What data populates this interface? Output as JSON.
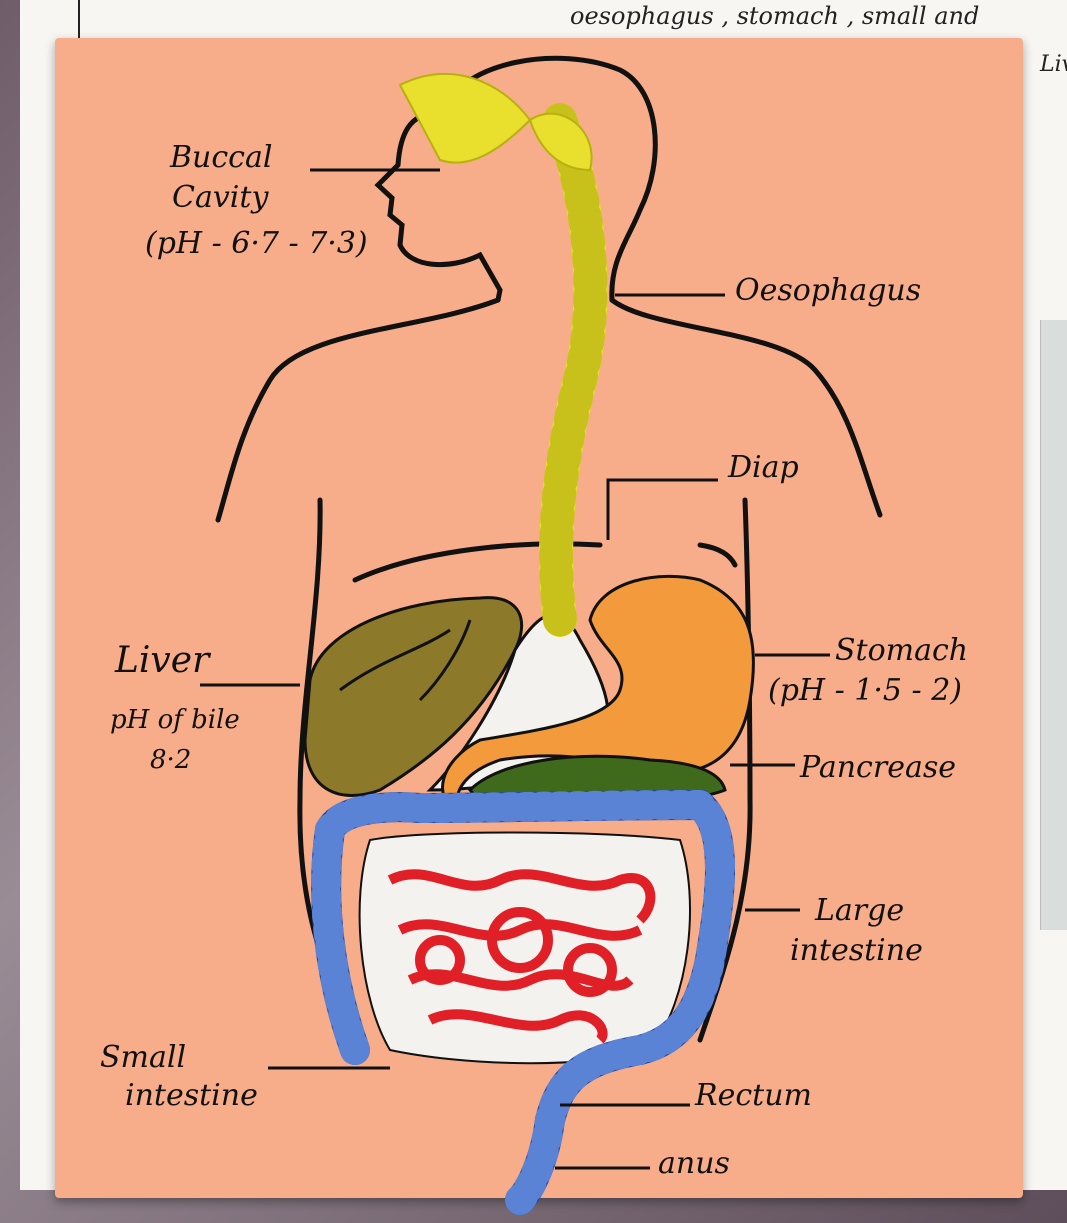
{
  "notebook": {
    "line1": "oesophagus , stomach , small and",
    "line2": "Liv"
  },
  "labels": {
    "buccal_cavity_1": "Buccal",
    "buccal_cavity_2": "Cavity",
    "buccal_ph": "(pH - 6·7 - 7·3)",
    "oesophagus": "Oesophagus",
    "diaphragm": "Diap",
    "liver": "Liver",
    "liver_ph_1": "pH of bile",
    "liver_ph_2": "8·2",
    "stomach": "Stomach",
    "stomach_ph": "(pH - 1·5 - 2)",
    "pancreas": "Pancrease",
    "large_intestine_1": "Large",
    "large_intestine_2": "intestine",
    "small_intestine_1": "Small",
    "small_intestine_2": "intestine",
    "rectum": "Rectum",
    "anus": "anus"
  },
  "colors": {
    "board": "#f7ac8a",
    "oesophagus": "#e8e02c",
    "liver": "#8c7a2a",
    "stomach": "#f39a3c",
    "pancreas": "#3f6a1c",
    "large_intestine": "#1d4aa8",
    "small_intestine": "#e01f26"
  }
}
